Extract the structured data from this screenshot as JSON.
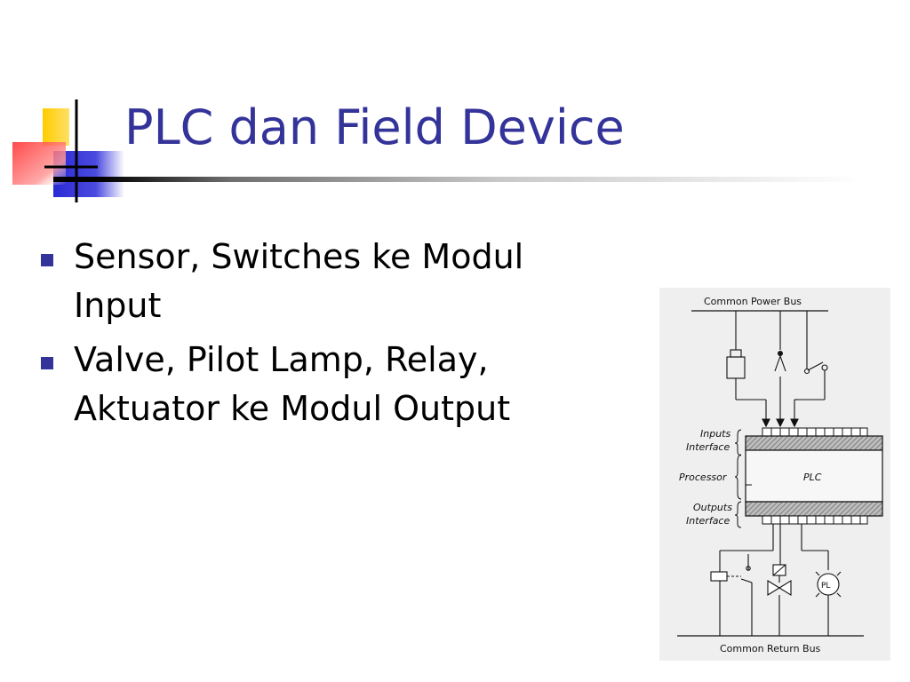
{
  "slide": {
    "title": "PLC dan Field Device",
    "bullets": [
      "Sensor, Switches ke Modul Input",
      "Valve, Pilot Lamp, Relay, Aktuator ke Modul Output"
    ]
  },
  "figure": {
    "top_label": "Common Power Bus",
    "bottom_label": "Common Return Bus",
    "inputs_label_1": "Inputs",
    "inputs_label_2": "Interface",
    "processor_label": "Processor",
    "plc_label": "PLC",
    "outputs_label_1": "Outputs",
    "outputs_label_2": "Interface",
    "pilot_lamp_label": "PL"
  },
  "colors": {
    "title": "#333399",
    "bullet": "#333399",
    "logo_yellow": "#ffcc00",
    "logo_blue": "#3333cc",
    "logo_red": "#ff3333"
  }
}
